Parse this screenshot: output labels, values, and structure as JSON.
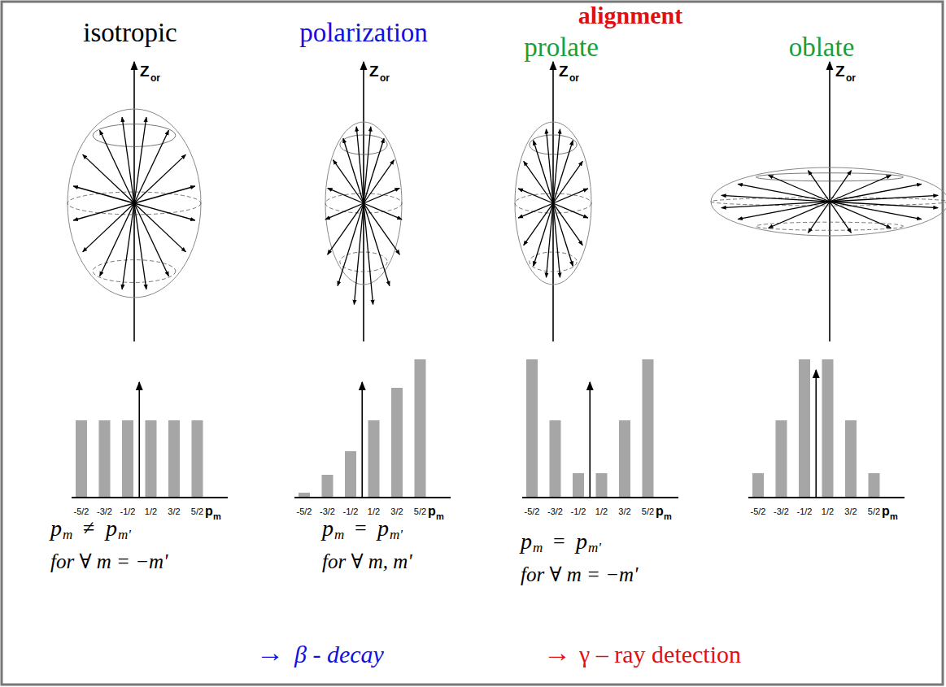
{
  "diagram": {
    "labels": [
      "alignment",
      "isotropic",
      "polarization",
      "prolate",
      "oblate",
      "Z",
      "or",
      "-5/2",
      "-3/2",
      "-1/2",
      "1/2",
      "3/2",
      "5/2",
      "p",
      "m",
      "Z",
      "or",
      "-5/2",
      "-3/2",
      "-1/2",
      "1/2",
      "3/2",
      "5/2",
      "p",
      "m",
      "Z",
      "or",
      "-5/2",
      "-3/2",
      "-1/2",
      "1/2",
      "3/2",
      "5/2",
      "p",
      "m",
      "Z",
      "or",
      "-5/2",
      "-3/2",
      "-1/2",
      "1/2",
      "3/2",
      "5/2",
      "p",
      "m",
      "p",
      "m",
      "≠",
      "p",
      "m'",
      "for ∀ m = −m'",
      "p",
      "m",
      "=",
      "p",
      "m'",
      "for ∀ m, m'",
      "p",
      "m",
      "=",
      "p",
      "m'",
      "for ∀ m = −m'",
      "→",
      "β - decay",
      "→",
      "γ – ray detection"
    ]
  }
}
